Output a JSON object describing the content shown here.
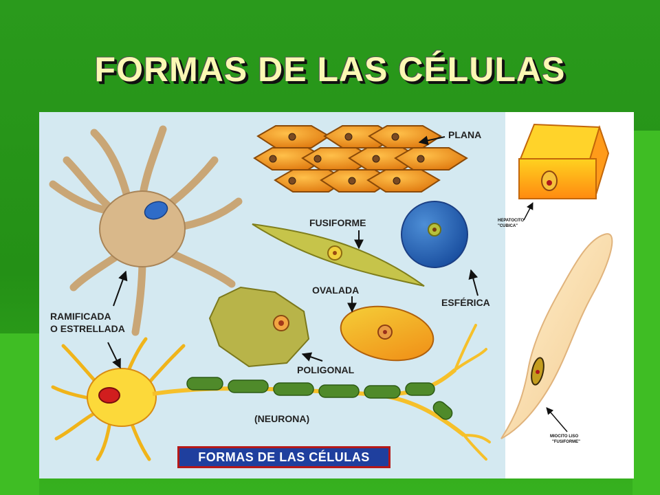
{
  "title": "FORMAS DE LAS CÉLULAS",
  "caption": "FORMAS DE LAS CÉLULAS",
  "labels": {
    "plana": "PLANA",
    "fusiforme": "FUSIFORME",
    "esferica": "ESFÉRICA",
    "ovalada": "OVALADA",
    "poligonal": "POLIGONAL",
    "ramificada_line1": "RAMIFICADA",
    "ramificada_line2": "O ESTRELLADA",
    "neurona": "(NEURONA)",
    "hepatocito_line1": "HEPATOCITO",
    "hepatocito_line2": "\"CUBICA\"",
    "miocito_line1": "MIOCITO LISO",
    "miocito_line2": "\"FUSIFORME\""
  },
  "colors": {
    "background_green": "#2a9a1c",
    "panel": "#d6eaf2",
    "caption_bg": "#1f3f9e",
    "caption_border": "#b51818",
    "title_text": "#fbf8b4"
  }
}
